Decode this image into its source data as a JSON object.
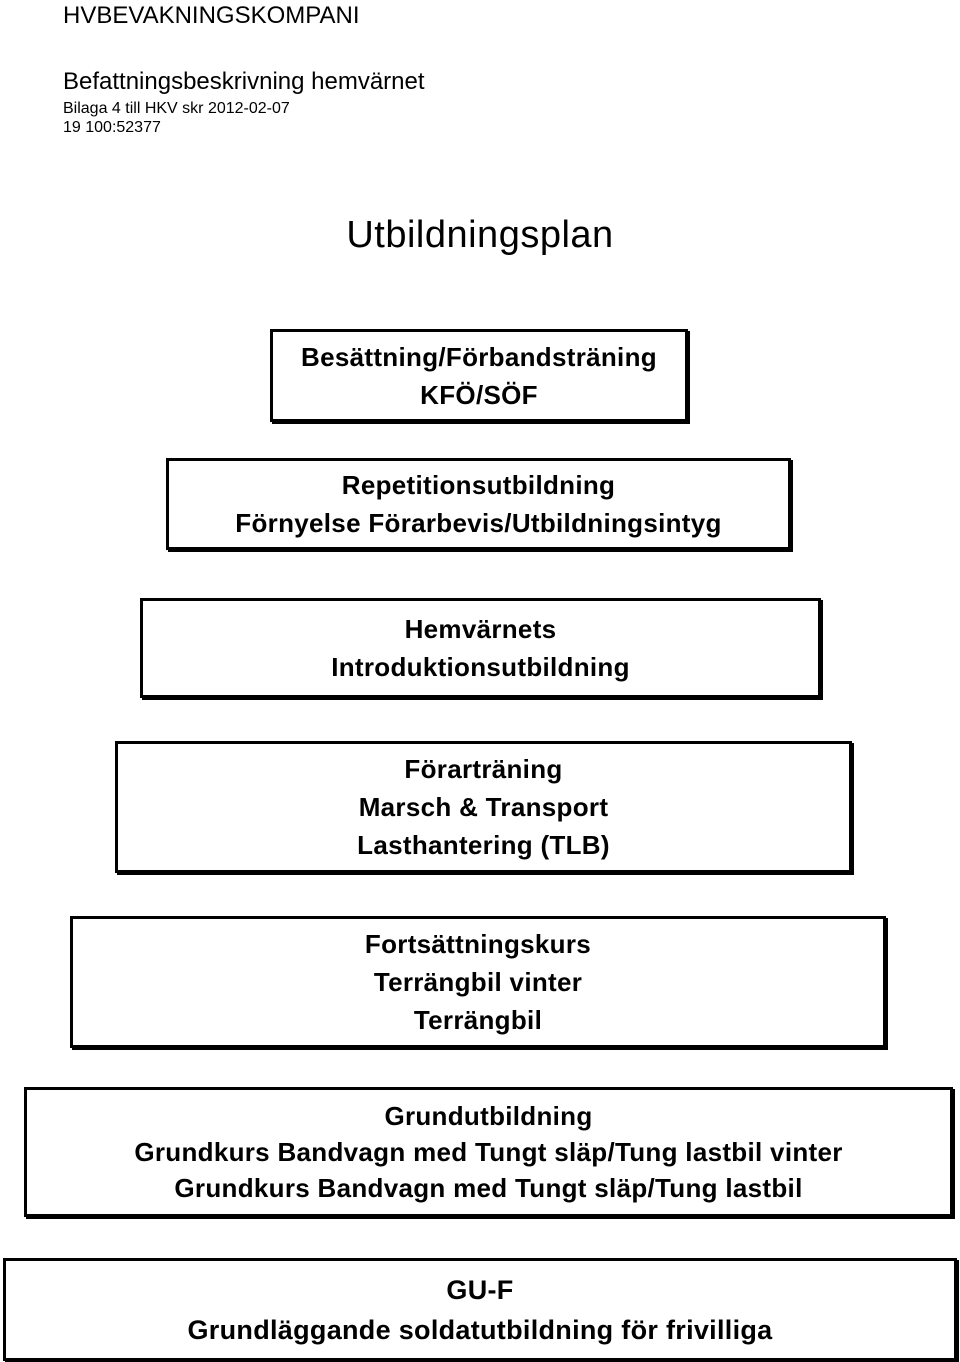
{
  "header": {
    "organization": "HVBEVAKNINGSKOMPANI",
    "document_title": "Befattningsbeskrivning hemvärnet",
    "attachment": "Bilaga 4 till HKV skr 2012-02-07",
    "reference": "19 100:52377"
  },
  "plan": {
    "title": "Utbildningsplan",
    "levels": [
      {
        "lines": [
          "Besättning/Förbandsträning",
          "KFÖ/SÖF"
        ]
      },
      {
        "lines": [
          "Repetitionsutbildning",
          "Förnyelse Förarbevis/Utbildningsintyg"
        ]
      },
      {
        "lines": [
          "Hemvärnets",
          "Introduktionsutbildning"
        ]
      },
      {
        "lines": [
          "Förarträning",
          "Marsch & Transport",
          "Lasthantering (TLB)"
        ]
      },
      {
        "lines": [
          "Fortsättningskurs",
          "Terrängbil vinter",
          "Terrängbil"
        ]
      },
      {
        "lines": [
          "Grundutbildning",
          "Grundkurs Bandvagn med Tungt släp/Tung lastbil vinter",
          "Grundkurs Bandvagn med Tungt släp/Tung lastbil"
        ]
      },
      {
        "lines": [
          "GU-F",
          "Grundläggande soldatutbildning för frivilliga"
        ]
      }
    ]
  }
}
